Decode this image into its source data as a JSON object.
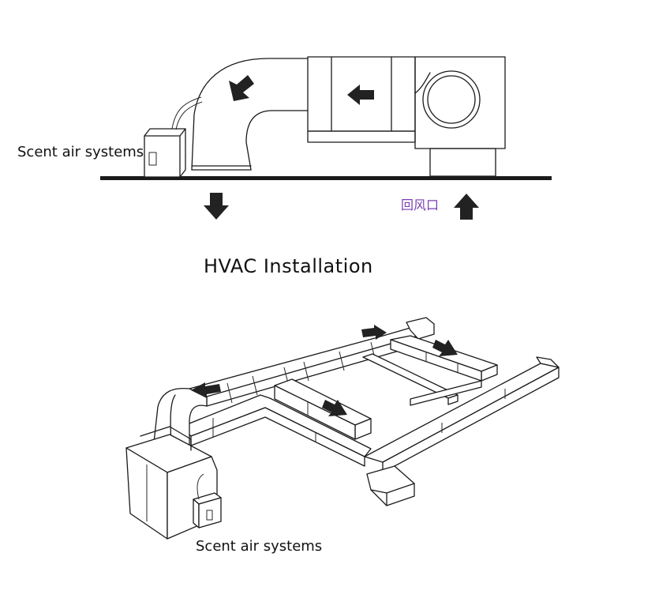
{
  "top_diagram": {
    "device_label": "Scent air systems",
    "return_air_label": "回风口"
  },
  "title": "HVAC  Installation",
  "bottom_diagram": {
    "device_label": "Scent air systems"
  },
  "colors": {
    "line": "#1a1a1a",
    "arrow": "#222222",
    "return_label": "#7a3fb0"
  }
}
